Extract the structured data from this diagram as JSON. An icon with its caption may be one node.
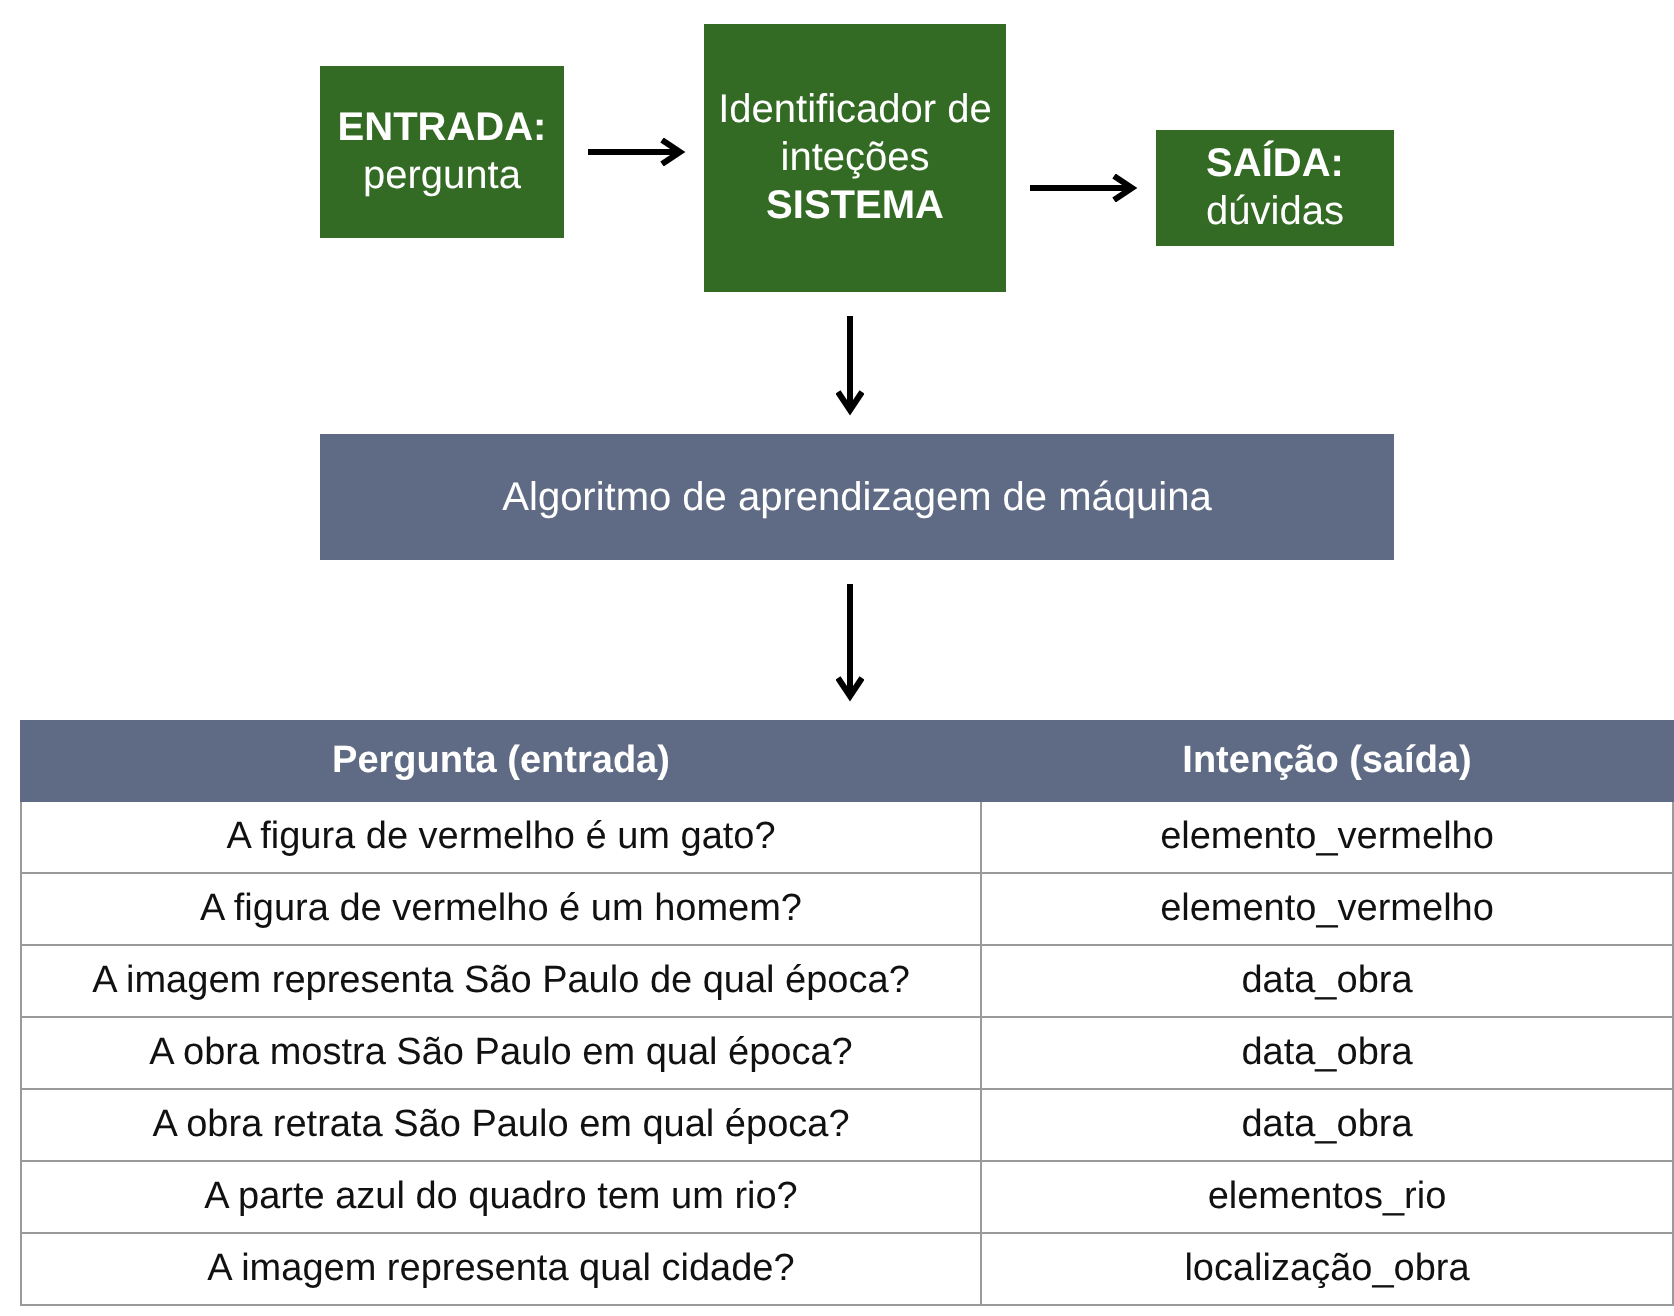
{
  "diagram": {
    "nodes": [
      {
        "text": [
          "ENTRADA:",
          "pergunta"
        ]
      },
      {
        "text": [
          "Identificador de inteções",
          "SISTEMA"
        ]
      },
      {
        "text": [
          "SAÍDA:",
          "dúvidas"
        ]
      },
      {
        "text": [
          "Algoritmo de aprendizagem de máquina"
        ]
      },
      {
        "text": [],
        "shape": "box"
      }
    ],
    "edges": [
      {
        "from": 0,
        "to": 1,
        "arrow": "to"
      },
      {
        "from": 1,
        "to": 2,
        "arrow": "to"
      },
      {
        "from": 1,
        "to": 3,
        "arrow": "to"
      },
      {
        "from": 3,
        "to": 4,
        "arrow": "to"
      }
    ],
    "labels": [
      "Pergunta (entrada)",
      "Intenção (saída)",
      "A figura de vermelho é um gato?",
      "elemento_vermelho",
      "A figura de vermelho é um homem?",
      "elemento_vermelho",
      "A imagem representa São Paulo de qual época?",
      "data_obra",
      "A obra mostra São Paulo em qual época?",
      "data_obra",
      "A obra retrata São Paulo em qual época?",
      "data_obra",
      "A parte azul do quadro tem um  rio?",
      "elementos_rio",
      "A imagem representa qual cidade?",
      "localização_obra"
    ]
  }
}
